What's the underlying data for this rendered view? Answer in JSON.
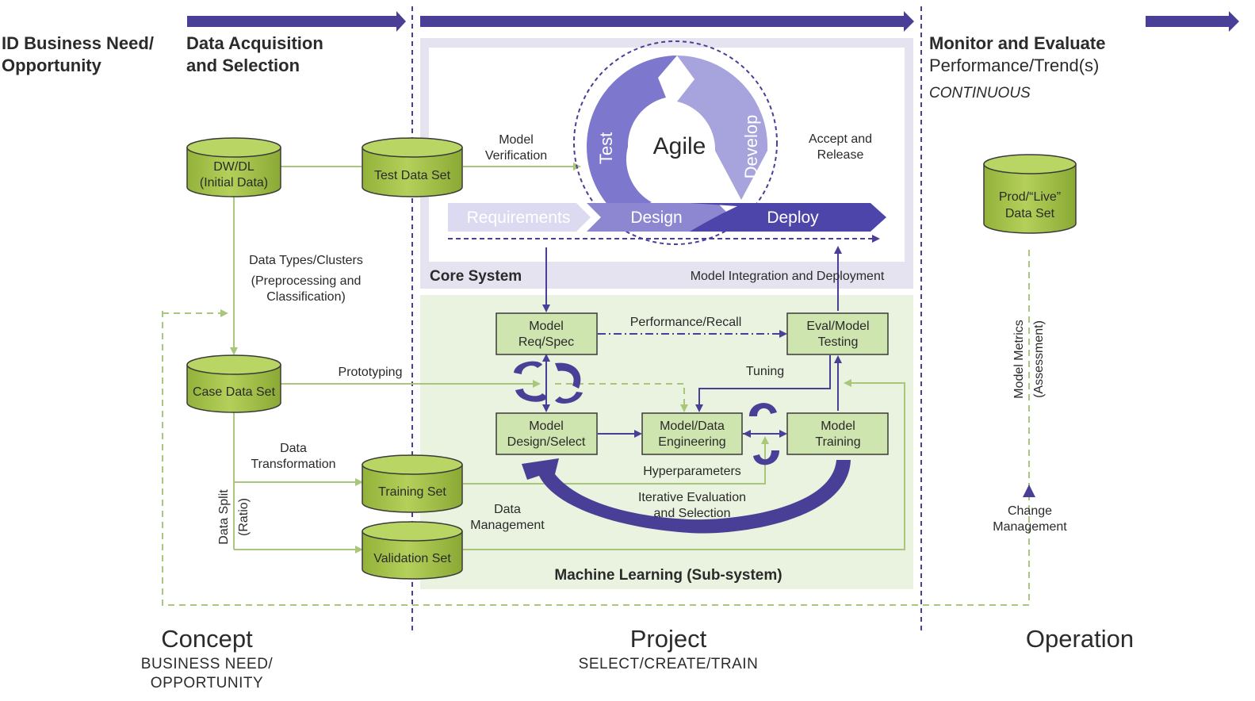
{
  "phase_headers": {
    "id_business_line1": "ID Business Need/",
    "id_business_line2": "Opportunity",
    "data_acq_line1": "Data Acquisition",
    "data_acq_line2": "and Selection",
    "monitor_title": "Monitor and Evaluate",
    "monitor_sub": "Performance/Trend(s)",
    "monitor_cont": "CONTINUOUS"
  },
  "datastores": {
    "dw_dl_line1": "DW/DL",
    "dw_dl_line2": "(Initial Data)",
    "test_data_set": "Test Data Set",
    "case_data_set": "Case Data Set",
    "training_set": "Training Set",
    "validation_set": "Validation Set",
    "prod_live_line1": "Prod/“Live”",
    "prod_live_line2": "Data Set"
  },
  "labels": {
    "data_types_line1": "Data Types/Clusters",
    "data_types_line2": "(Preprocessing and",
    "data_types_line3": "Classification)",
    "prototyping": "Prototyping",
    "data_transform_line1": "Data",
    "data_transform_line2": "Transformation",
    "data_split_line1": "Data Split",
    "data_split_line2": "(Ratio)",
    "data_mgmt_line1": "Data",
    "data_mgmt_line2": "Management",
    "model_verif_line1": "Model",
    "model_verif_line2": "Verification",
    "accept_line1": "Accept and",
    "accept_line2": "Release",
    "model_integration": "Model Integration and Deployment",
    "performance_recall": "Performance/Recall",
    "tuning": "Tuning",
    "hyperparameters": "Hyperparameters",
    "iterative_line1": "Iterative Evaluation",
    "iterative_line2": "and Selection",
    "model_metrics_line1": "Model Metrics",
    "model_metrics_line2": "(Assessment)",
    "change_mgmt_line1": "Change",
    "change_mgmt_line2": "Management"
  },
  "core_system": {
    "title": "Core System",
    "agile": "Agile",
    "test": "Test",
    "develop": "Develop",
    "requirements": "Requirements",
    "design": "Design",
    "deploy": "Deploy"
  },
  "ml_subsystem": {
    "title": "Machine Learning (Sub-system)",
    "model_req_line1": "Model",
    "model_req_line2": "Req/Spec",
    "eval_line1": "Eval/Model",
    "eval_line2": "Testing",
    "model_design_line1": "Model",
    "model_design_line2": "Design/Select",
    "model_data_line1": "Model/Data",
    "model_data_line2": "Engineering",
    "model_training_line1": "Model",
    "model_training_line2": "Training"
  },
  "phases": {
    "concept": "Concept",
    "concept_sub_line1": "BUSINESS NEED/",
    "concept_sub_line2": "OPPORTUNITY",
    "project": "Project",
    "project_sub": "SELECT/CREATE/TRAIN",
    "operation": "Operation"
  },
  "colors": {
    "green_fill": "#a8c64b",
    "green_line": "#a9c77a",
    "purple": "#4a3f96",
    "lavender": "#e6e3f1",
    "light_green": "#e9f3df",
    "box_fill": "#cfe5b0"
  }
}
